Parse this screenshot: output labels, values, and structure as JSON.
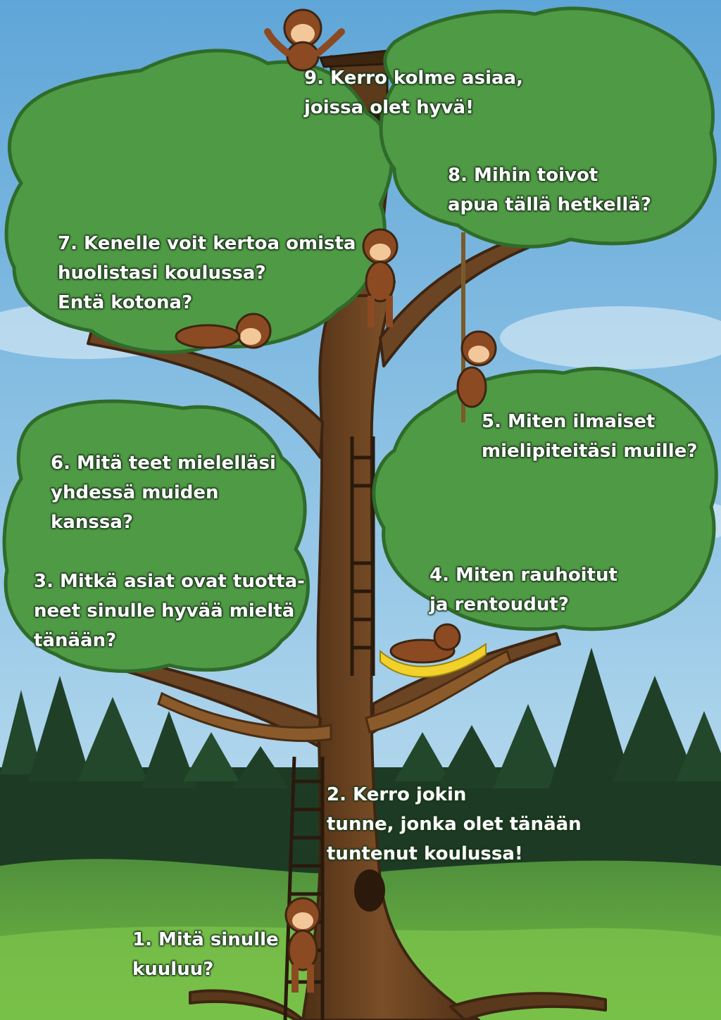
{
  "questions": {
    "q1": "1. Mitä sinulle\nkuuluu?",
    "q2": "2. Kerro jokin\ntunne, jonka olet tänään\ntuntenut koulussa!",
    "q3": "3. Mitkä asiat ovat tuotta-\nneet sinulle hyvää mieltä\ntänään?",
    "q4": "4. Miten rauhoitut\nja rentoudut?",
    "q5": "5. Miten ilmaiset\nmielipiteitäsi muille?",
    "q6": "6. Mitä teet mielelläsi\nyhdessä muiden\nkanssa?",
    "q7": "7. Kenelle voit kertoa omista\nhuolistasi koulussa?\nEntä kotona?",
    "q8": "8. Mihin toivot\napua tällä hetkellä?",
    "q9": "9. Kerro kolme asiaa,\njoissa olet hyvä!"
  },
  "colors": {
    "sky": "#7bb8e0",
    "leaves": "#4f9a45",
    "leaves_outline": "#2f6b2a",
    "trunk": "#6b4423",
    "grass": "#5fa843",
    "monkey": "#8b4a22",
    "text": "#ffffff"
  }
}
